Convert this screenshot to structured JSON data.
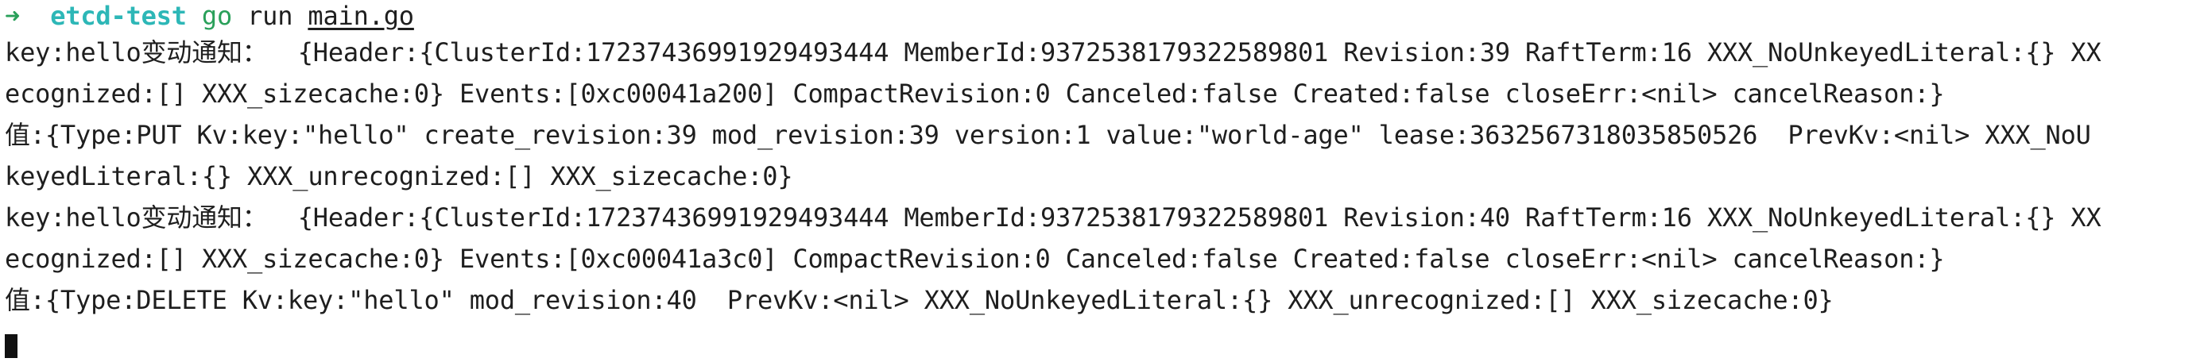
{
  "prompt": {
    "arrow": "➜",
    "directory": "etcd-test",
    "command": "go",
    "subcommand": "run",
    "file": "main.go"
  },
  "output_lines": [
    "key:hello变动通知：  {Header:{ClusterId:17237436991929493444 MemberId:9372538179322589801 Revision:39 RaftTerm:16 XXX_NoUnkeyedLiteral:{} XX",
    "ecognized:[] XXX_sizecache:0} Events:[0xc00041a200] CompactRevision:0 Canceled:false Created:false closeErr:<nil> cancelReason:}",
    "值:{Type:PUT Kv:key:\"hello\" create_revision:39 mod_revision:39 version:1 value:\"world-age\" lease:3632567318035850526  PrevKv:<nil> XXX_NoU",
    "keyedLiteral:{} XXX_unrecognized:[] XXX_sizecache:0}",
    "key:hello变动通知：  {Header:{ClusterId:17237436991929493444 MemberId:9372538179322589801 Revision:40 RaftTerm:16 XXX_NoUnkeyedLiteral:{} XX",
    "ecognized:[] XXX_sizecache:0} Events:[0xc00041a3c0] CompactRevision:0 Canceled:false Created:false closeErr:<nil> cancelReason:}",
    "值:{Type:DELETE Kv:key:\"hello\" mod_revision:40  PrevKv:<nil> XXX_NoUnkeyedLiteral:{} XXX_unrecognized:[] XXX_sizecache:0}"
  ],
  "colors": {
    "prompt_arrow": "#2aa05a",
    "prompt_directory": "#2db7b7",
    "command": "#2aa05a",
    "text": "#1e1e1e",
    "background": "#ffffff"
  }
}
